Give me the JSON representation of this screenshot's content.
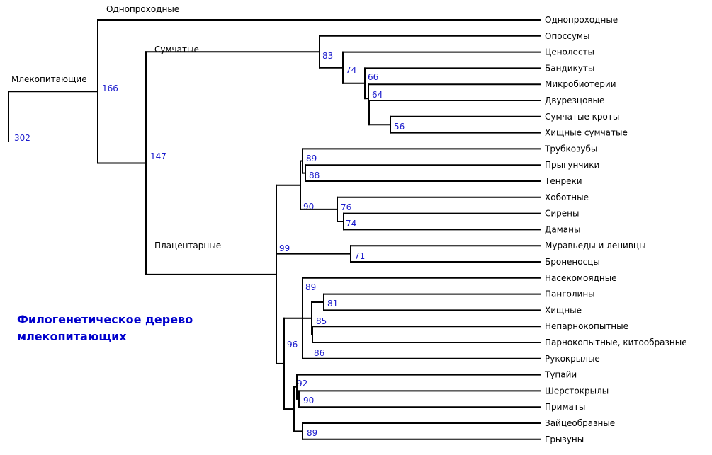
{
  "caption": {
    "line1": "Филогенетическое дерево",
    "line2": "млекопитающих",
    "color": "#0000cc"
  },
  "colors": {
    "node_value": "#1a1acc",
    "branch": "#000000"
  },
  "clade_labels": {
    "root": "Млекопитающие",
    "monotremes": "Однопроходные",
    "marsupials": "Сумчатые",
    "placentals": "Плацентарные"
  },
  "leaves": [
    "Однопроходные",
    "Опоссумы",
    "Ценолесты",
    "Бандикуты",
    "Микробиотерии",
    "Двурезцовые",
    "Сумчатые кроты",
    "Хищные сумчатые",
    "Трубкозубы",
    "Прыгунчики",
    "Тенреки",
    "Хоботные",
    "Сирены",
    "Даманы",
    "Муравьеды и ленивцы",
    "Броненосцы",
    "Насекомоядные",
    "Панголины",
    "Хищные",
    "Непарнокопытные",
    "Парнокопытные, китообразные",
    "Рукокрылые",
    "Тупайи",
    "Шерстокрылы",
    "Приматы",
    "Зайцеобразные",
    "Грызуны"
  ],
  "tree": {
    "id": "root",
    "value": "302",
    "label": "root",
    "children": [
      {
        "id": "n166",
        "value": "166",
        "children": [
          {
            "leaf": 0,
            "label": "monotremes"
          },
          {
            "id": "n147",
            "value": "147",
            "children": [
              {
                "id": "n83",
                "value": "83",
                "label": "marsupials",
                "children": [
                  {
                    "leaf": 1
                  },
                  {
                    "id": "n74a",
                    "value": "74",
                    "children": [
                      {
                        "leaf": 2
                      },
                      {
                        "id": "n66",
                        "value": "66",
                        "children": [
                          {
                            "leaf": 3
                          },
                          {
                            "id": "n64",
                            "value": "64",
                            "children": [
                              {
                                "leaf": 4
                              },
                              {
                                "id": "n64b",
                                "children": [
                                  {
                                    "leaf": 5
                                  },
                                  {
                                    "id": "n56",
                                    "value": "56",
                                    "children": [
                                      {
                                        "leaf": 6
                                      },
                                      {
                                        "leaf": 7
                                      }
                                    ]
                                  }
                                ]
                              }
                            ]
                          }
                        ]
                      }
                    ]
                  }
                ]
              },
              {
                "id": "n99",
                "value": "99",
                "label": "placentals",
                "children": [
                  {
                    "id": "n90a",
                    "value": "90",
                    "children": [
                      {
                        "id": "n89a",
                        "value": "89",
                        "children": [
                          {
                            "leaf": 8
                          },
                          {
                            "id": "n88",
                            "value": "88",
                            "children": [
                              {
                                "leaf": 9
                              },
                              {
                                "leaf": 10
                              }
                            ]
                          }
                        ]
                      },
                      {
                        "id": "n76",
                        "value": "76",
                        "children": [
                          {
                            "leaf": 11
                          },
                          {
                            "id": "n74b",
                            "value": "74",
                            "children": [
                              {
                                "leaf": 12
                              },
                              {
                                "leaf": 13
                              }
                            ]
                          }
                        ]
                      }
                    ]
                  },
                  {
                    "id": "n71",
                    "value": "71",
                    "children": [
                      {
                        "leaf": 14
                      },
                      {
                        "leaf": 15
                      }
                    ]
                  },
                  {
                    "id": "n96",
                    "value": "96",
                    "children": [
                      {
                        "id": "n89b",
                        "value": "89",
                        "children": [
                          {
                            "leaf": 16
                          },
                          {
                            "id": "n85",
                            "value": "85",
                            "children": [
                              {
                                "id": "n81",
                                "value": "81",
                                "children": [
                                  {
                                    "leaf": 17
                                  },
                                  {
                                    "leaf": 18
                                  }
                                ]
                              },
                              {
                                "id": "n86",
                                "value": "86",
                                "children": [
                                  {
                                    "leaf": 19
                                  },
                                  {
                                    "leaf": 20
                                  }
                                ]
                              }
                            ]
                          },
                          {
                            "leaf": 21
                          }
                        ]
                      },
                      {
                        "id": "n92",
                        "value": "92",
                        "children": [
                          {
                            "id": "n90b",
                            "value": "90",
                            "children": [
                              {
                                "leaf": 22
                              },
                              {
                                "id": "n90c",
                                "children": [
                                  {
                                    "leaf": 23
                                  },
                                  {
                                    "leaf": 24
                                  }
                                ]
                              }
                            ]
                          },
                          {
                            "id": "n89c",
                            "value": "89",
                            "children": [
                              {
                                "leaf": 25
                              },
                              {
                                "leaf": 26
                              }
                            ]
                          }
                        ]
                      }
                    ]
                  }
                ]
              }
            ]
          }
        ]
      }
    ]
  }
}
